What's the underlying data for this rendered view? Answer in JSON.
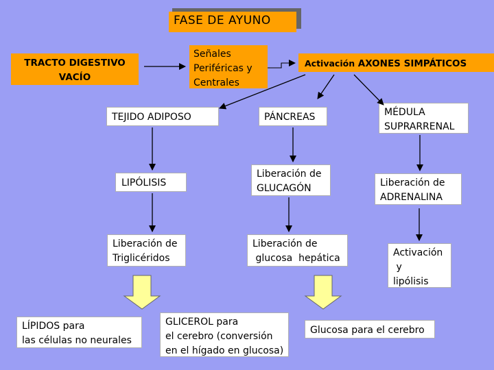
{
  "title": "FASE DE AYUNO",
  "nodes": {
    "tracto": "TRACTO DIGESTIVO\nVACÍO",
    "senales": "Señales\nPeriféricas y\nCentrales",
    "activacion_prefix": "Activación",
    "activacion_rest": " AXONES SIMPÁTICOS",
    "tejido": "TEJIDO ADIPOSO",
    "pancreas": "PÁNCREAS",
    "medula": "MÉDULA\nSUPRARRENAL",
    "lipolisis": "LIPÓLISIS",
    "glucagon": "Liberación de\nGLUCAGÓN",
    "adrenalina": "Liberación de\nADRENALINA",
    "trigliceridos": "Liberación de\nTriglicéridos",
    "glucosa_hepatica": "Liberación de\n glucosa  hepática",
    "activacion_lipolisis": "Activación\n y\nlipólisis",
    "lipidos": "LÍPIDOS para\nlas células no neurales",
    "glicerol": "GLICEROL para\nel cerebro (conversión\nen el hígado en glucosa)",
    "glucosa_cerebro": "Glucosa para el cerebro"
  },
  "colors": {
    "background": "#9b9ef4",
    "orange": "#ffa000",
    "yellow": "#ffff99"
  }
}
